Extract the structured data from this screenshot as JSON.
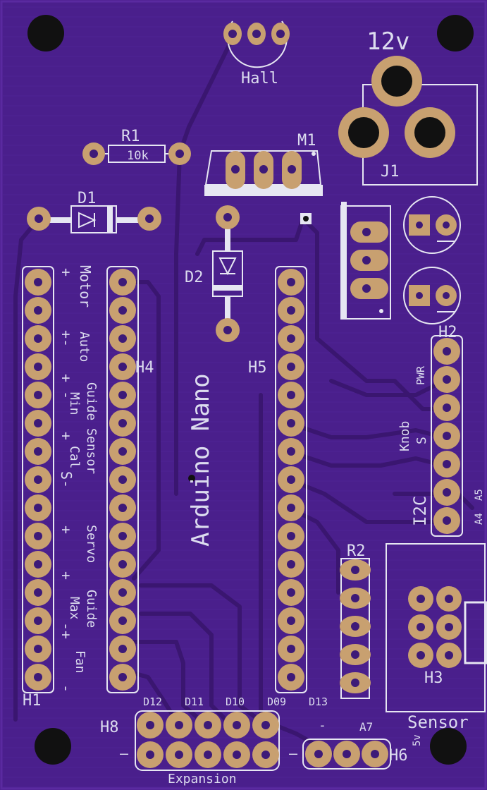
{
  "board": {
    "colors": {
      "board": "#4a1f8c",
      "copper": "#3d1878",
      "trace": "#4f2296",
      "silk": "#e6e6f2",
      "pad": "#c8a070",
      "drill": "#1a1a1a"
    },
    "labels": {
      "hall": "Hall",
      "v12": "12v",
      "r1": "R1",
      "r1_value": "10k",
      "m1": "M1",
      "j1": "J1",
      "d1": "D1",
      "d2": "D2",
      "h1": "H1",
      "h2": "H2",
      "h3": "H3",
      "h4": "H4",
      "h5": "H5",
      "h6": "H6",
      "h8": "H8",
      "r2": "R2",
      "arduino": "Arduino Nano",
      "motor": "Motor",
      "auto": "Auto",
      "guide_sensor": "Guide Sensor",
      "min": "Min",
      "cal": "Cal",
      "servo": "Servo",
      "guide": "Guide",
      "max": "Max",
      "fan": "Fan",
      "plus_minus": "+-",
      "plus_minus_2": "+ -",
      "plus": "+",
      "s_minus": "S-",
      "minus": "-",
      "minus_plus": "-+",
      "pwr": "PWR",
      "knob": "Knob",
      "s": "S",
      "i2c": "I2C",
      "a4": "A4",
      "a5": "A5",
      "sensor": "Sensor",
      "expansion": "Expansion",
      "d12": "D12",
      "d11": "D11",
      "d10": "D10",
      "d09": "D09",
      "d13": "D13",
      "a7": "A7",
      "dash": "-",
      "dash2": "—",
      "v5": "5v"
    }
  }
}
